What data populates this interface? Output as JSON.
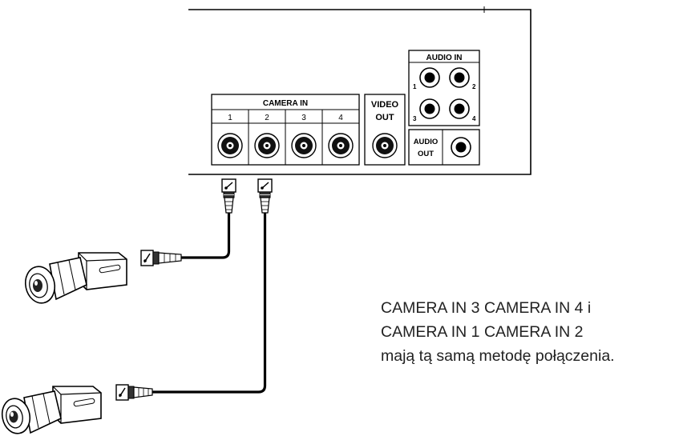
{
  "panel": {
    "camera_in_title": "CAMERA IN",
    "camera_channels": [
      "1",
      "2",
      "3",
      "4"
    ],
    "video_out": [
      "VIDEO",
      "OUT"
    ],
    "audio_in_title": "AUDIO IN",
    "audio_in_numbers": [
      "1",
      "2",
      "3",
      "4"
    ],
    "audio_out": [
      "AUDIO",
      "OUT"
    ]
  },
  "caption": {
    "line1": "CAMERA IN 3 CAMERA IN 4 i",
    "line2": "CAMERA IN 1 CAMERA IN 2",
    "line3": "mają tą samą metodę połączenia."
  },
  "colors": {
    "line": "#000000",
    "background": "#ffffff",
    "caption_text": "#222222"
  }
}
